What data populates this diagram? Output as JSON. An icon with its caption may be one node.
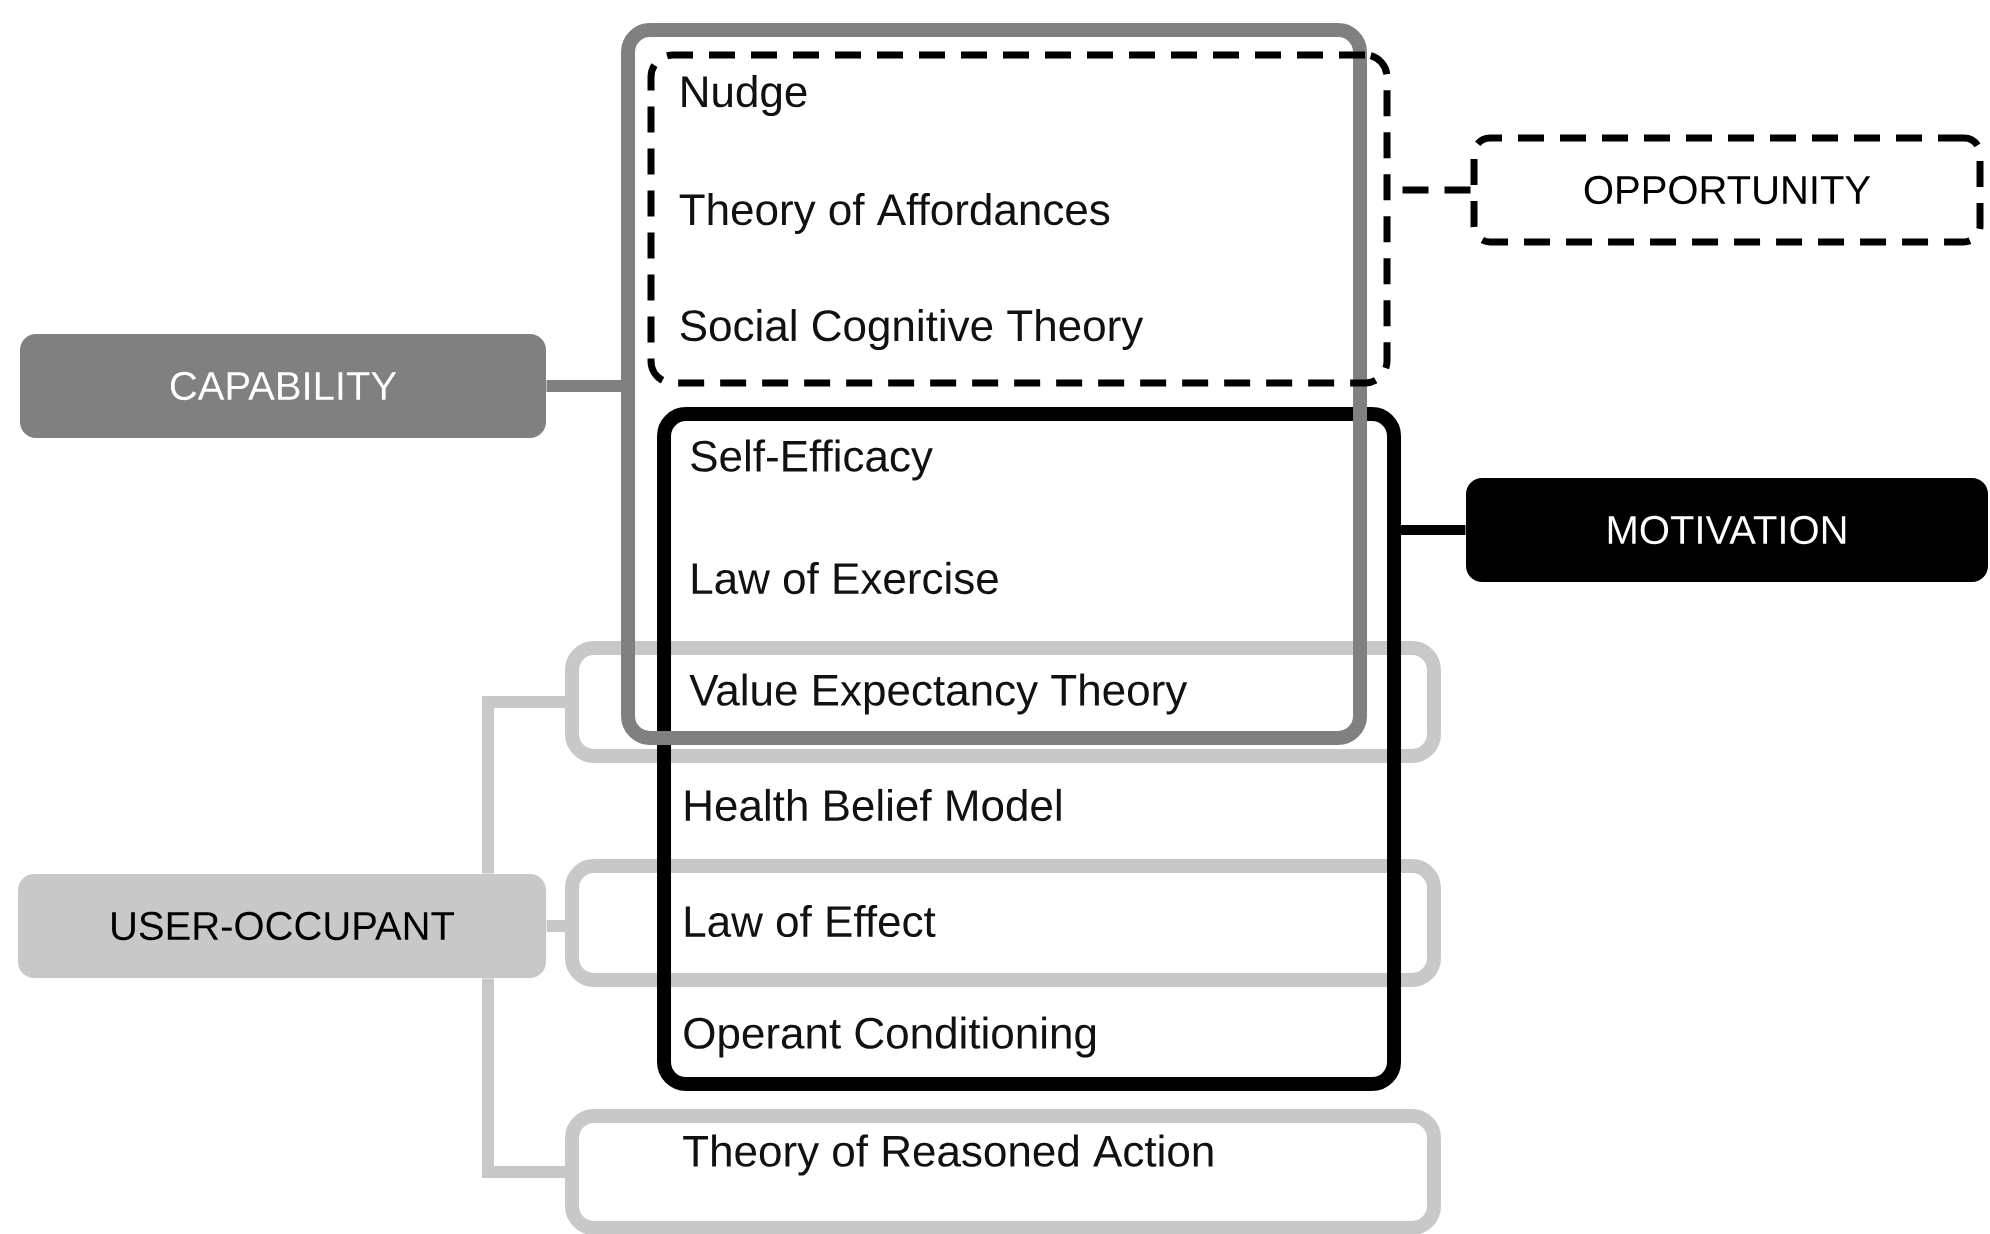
{
  "diagram": {
    "nodes": [
      {
        "text": [],
        "shape": "box"
      },
      {
        "text": [],
        "shape": "box",
        "in": 0
      },
      {
        "text": [
          "Nudge"
        ],
        "in": 1
      },
      {
        "text": [
          "Theory of Affordances"
        ],
        "in": 1
      },
      {
        "text": [
          "Social Cognitive Theory"
        ],
        "in": 1
      },
      {
        "text": [
          "OPPORTUNITY"
        ]
      },
      {
        "text": [
          "CAPABILITY"
        ]
      },
      {
        "text": [],
        "shape": "box"
      },
      {
        "text": [
          "Self-Efficacy"
        ]
      },
      {
        "text": [
          "Law of Exercise"
        ]
      },
      {
        "text": [
          "MOTIVATION"
        ]
      },
      {
        "text": [],
        "shape": "box"
      },
      {
        "text": [
          "Value Expectancy Theory"
        ]
      },
      {
        "text": [
          "Health Belief Model"
        ],
        "in": 7
      },
      {
        "text": [
          "USER-OCCUPANT"
        ]
      },
      {
        "text": [],
        "shape": "box"
      },
      {
        "text": [
          "Law of Effect"
        ],
        "in": 15
      },
      {
        "text": [
          "Operant Conditioning"
        ],
        "in": 7
      },
      {
        "text": [],
        "shape": "box"
      },
      {
        "text": [
          "Theory of Reasoned Action"
        ],
        "in": 18
      }
    ],
    "edges": [
      {
        "from": 6,
        "to": 0,
        "arrow": "none",
        "color": "#808080"
      },
      {
        "from": 5,
        "to": 1,
        "arrow": "none",
        "style": "dashed",
        "color": "#000000"
      },
      {
        "from": 10,
        "to": 7,
        "arrow": "none",
        "color": "#000000"
      },
      {
        "from": 14,
        "to": 11,
        "arrow": "none",
        "color": "#c8c8c8"
      },
      {
        "from": 14,
        "to": 15,
        "arrow": "none",
        "color": "#c8c8c8"
      },
      {
        "from": 14,
        "to": 18,
        "arrow": "none",
        "color": "#c8c8c8"
      }
    ]
  }
}
